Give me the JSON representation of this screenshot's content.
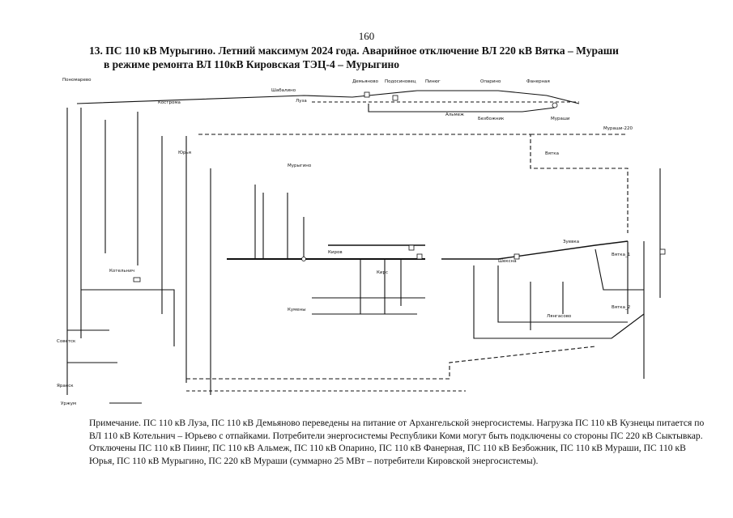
{
  "page_number": "160",
  "title_line1": "13. ПС 110 кВ Мурыгино. Летний максимум 2024 года. Аварийное отключение ВЛ 220 кВ Вятка – Мураши",
  "title_line2": "в режиме ремонта ВЛ 110кВ Кировская ТЭЦ-4 – Мурыгино",
  "note": "Примечание. ПС 110 кВ Луза, ПС 110 кВ Демьяново переведены на питание от Архангельской энергосистемы. Нагрузка ПС 110 кВ Кузнецы питается по ВЛ 110 кВ Котельнич – Юрьево с отпайками. Потребители энергосистемы Республики Коми могут быть подключены со стороны ПС 220 кВ Сыктывкар. Отключены ПС 110 кВ Пиинг, ПС 110 кВ Альмеж, ПС 110 кВ Опарино, ПС 110 кВ Фанерная, ПС 110 кВ Безбожник, ПС 110 кВ Мураши, ПС 110 кВ Юрья, ПС 110 кВ Мурыгино, ПС 220 кВ Мураши (суммарно 25 МВт – потребители Кировской энергосистемы).",
  "nodes": [
    {
      "id": "ponomarevo",
      "label": "Пономарево"
    },
    {
      "id": "shabalino",
      "label": "Шабалино"
    },
    {
      "id": "luza",
      "label": "Луза"
    },
    {
      "id": "demyanovo",
      "label": "Демьяново"
    },
    {
      "id": "podosinovets",
      "label": "Подосиновец"
    },
    {
      "id": "pinyug",
      "label": "Пинюг"
    },
    {
      "id": "almezh",
      "label": "Альмеж"
    },
    {
      "id": "oparino",
      "label": "Опарино"
    },
    {
      "id": "fanernaya",
      "label": "Фанерная"
    },
    {
      "id": "bezbozhnik",
      "label": "Безбожник"
    },
    {
      "id": "murashi",
      "label": "Мураши"
    },
    {
      "id": "murashi220",
      "label": "Мураши-220"
    },
    {
      "id": "vyatka",
      "label": "Вятка"
    },
    {
      "id": "kostroma",
      "label": "Кострома"
    },
    {
      "id": "yurya",
      "label": "Юрья"
    },
    {
      "id": "murygino",
      "label": "Мурыгино"
    },
    {
      "id": "kotelnich",
      "label": "Котельнич"
    },
    {
      "id": "yaransk",
      "label": "Яранск"
    },
    {
      "id": "urzhum",
      "label": "Уржум"
    },
    {
      "id": "kirov",
      "label": "Киров"
    },
    {
      "id": "sovetsk",
      "label": "Советск"
    },
    {
      "id": "kumeny",
      "label": "Кумены"
    },
    {
      "id": "kirs",
      "label": "Кирс"
    },
    {
      "id": "zuevka",
      "label": "Зуевка"
    },
    {
      "id": "vyatka_1",
      "label": "Вятка_1"
    },
    {
      "id": "vyatka_2",
      "label": "Вятка_2"
    },
    {
      "id": "lyangasovo",
      "label": "Лянгасово"
    },
    {
      "id": "sheksna",
      "label": "Шексна"
    }
  ]
}
